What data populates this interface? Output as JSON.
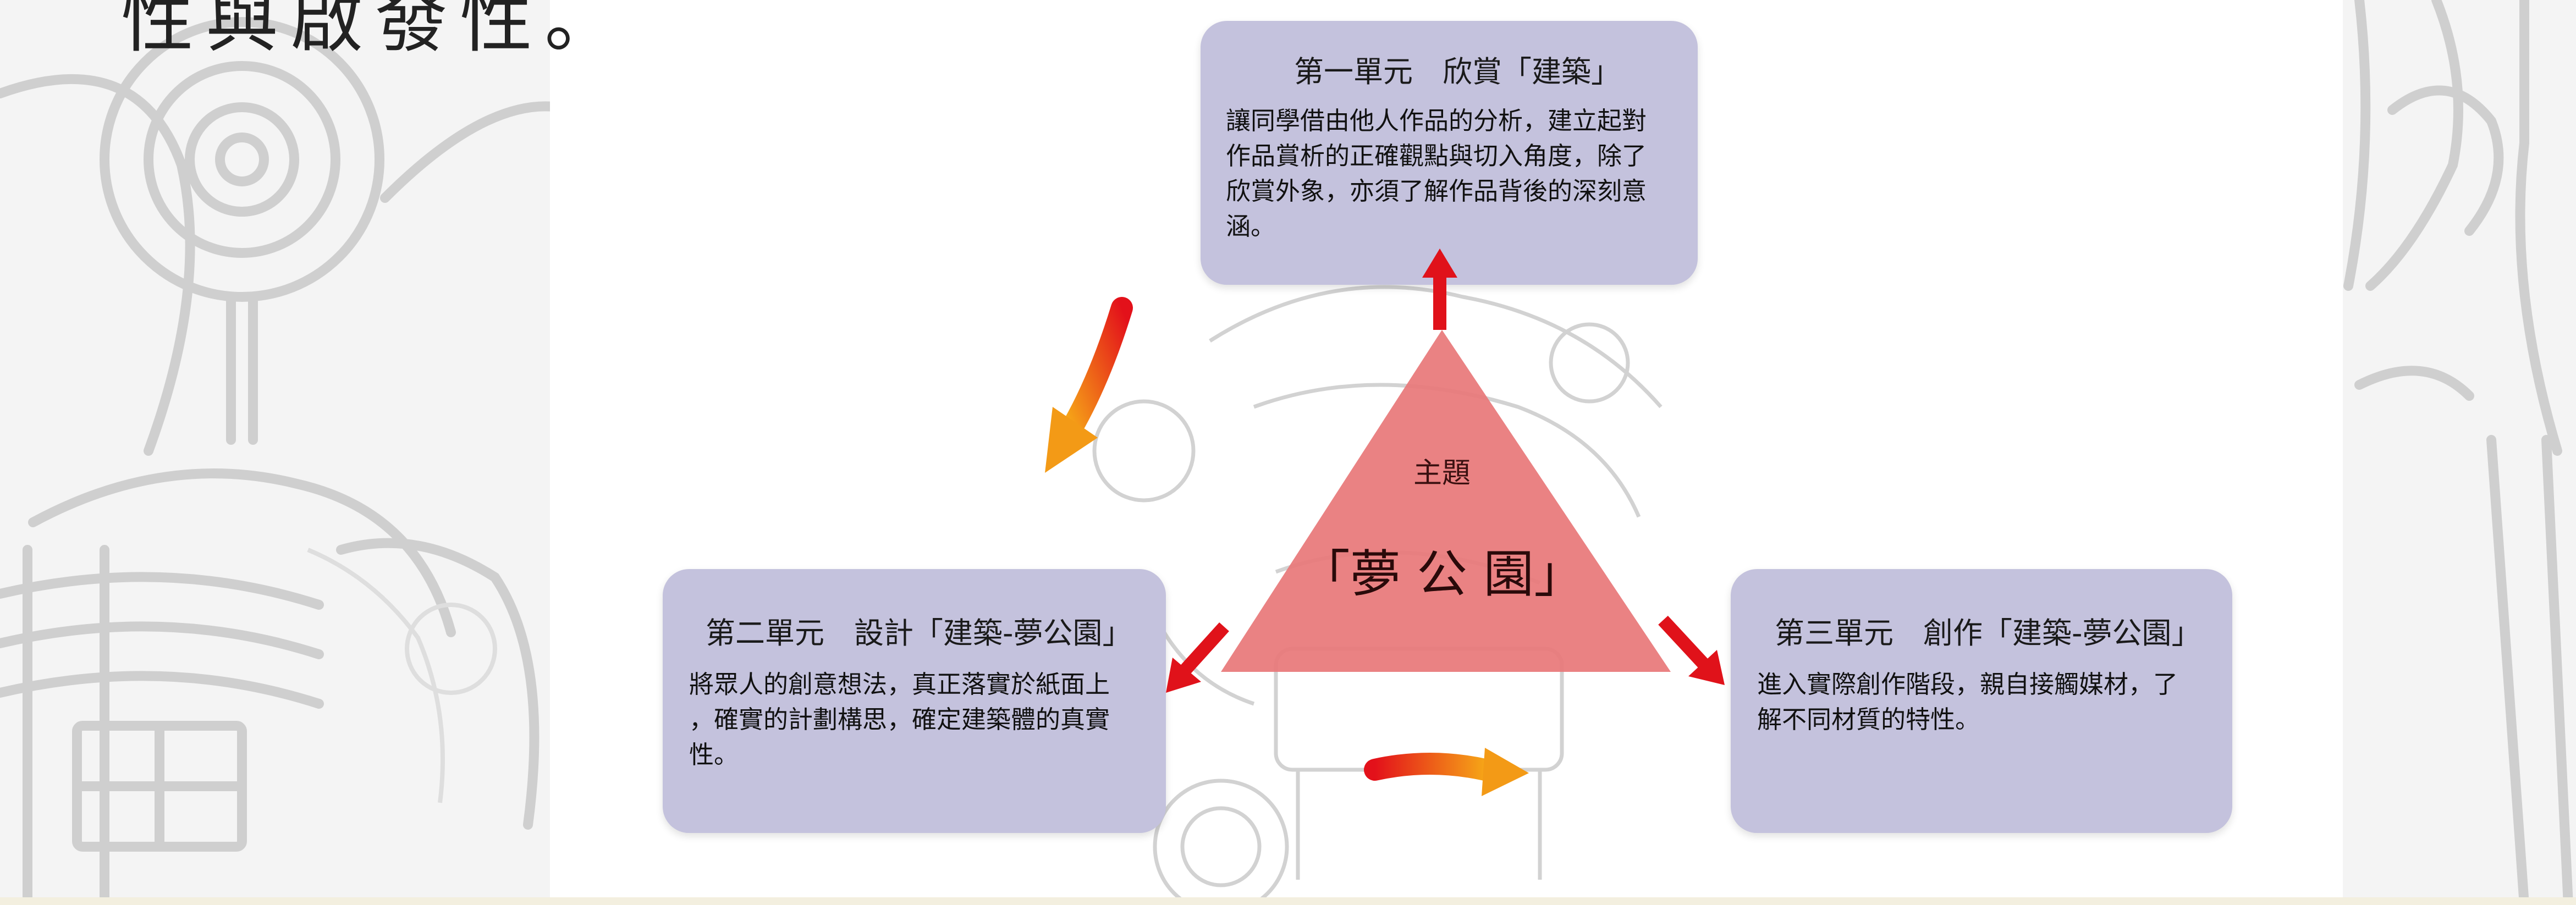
{
  "intro": {
    "text": "性與啟發性。"
  },
  "diagram": {
    "center": {
      "subtitle": "主題",
      "title": "「夢 公 園」"
    },
    "units": [
      {
        "title": "第一單元　欣賞「建築」",
        "lines": [
          "讓同學借由他人作品的分析，建立起對",
          "作品賞析的正確觀點與切入角度，除了",
          "欣賞外象，亦須了解作品背後的深刻意",
          "涵。"
        ]
      },
      {
        "title": "第二單元　設計「建築-夢公園」",
        "lines": [
          "將眾人的創意想法，真正落實於紙面上",
          "，確實的計劃構思，確定建築體的真實",
          "性。"
        ]
      },
      {
        "title": "第三單元　創作「建築-夢公園」",
        "lines": [
          "進入實際創作階段，親自接觸媒材，了",
          "解不同材質的特性。"
        ]
      }
    ]
  },
  "colors": {
    "box": "#c4c2dd",
    "triangle": "#e8797a",
    "arrow_red": "#e0121a",
    "arrow_orange": "#f39a16"
  }
}
